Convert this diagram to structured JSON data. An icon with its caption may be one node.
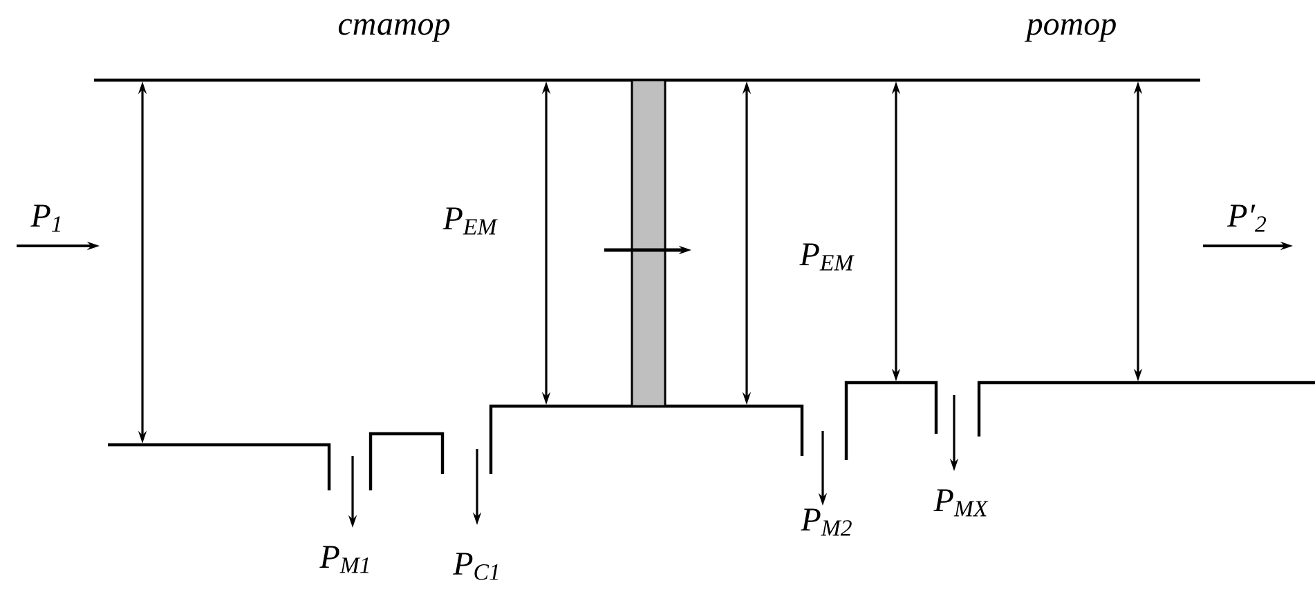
{
  "diagram": {
    "labels": [
      "статор",
      "ротор",
      "P$_{1}$",
      "P$_{EM}$",
      "P$_{EM}$",
      "P′$_{2}$",
      "P$_{M1}$",
      "P$_{C1}$",
      "P$_{M2}$",
      "P$_{MX}$"
    ]
  }
}
